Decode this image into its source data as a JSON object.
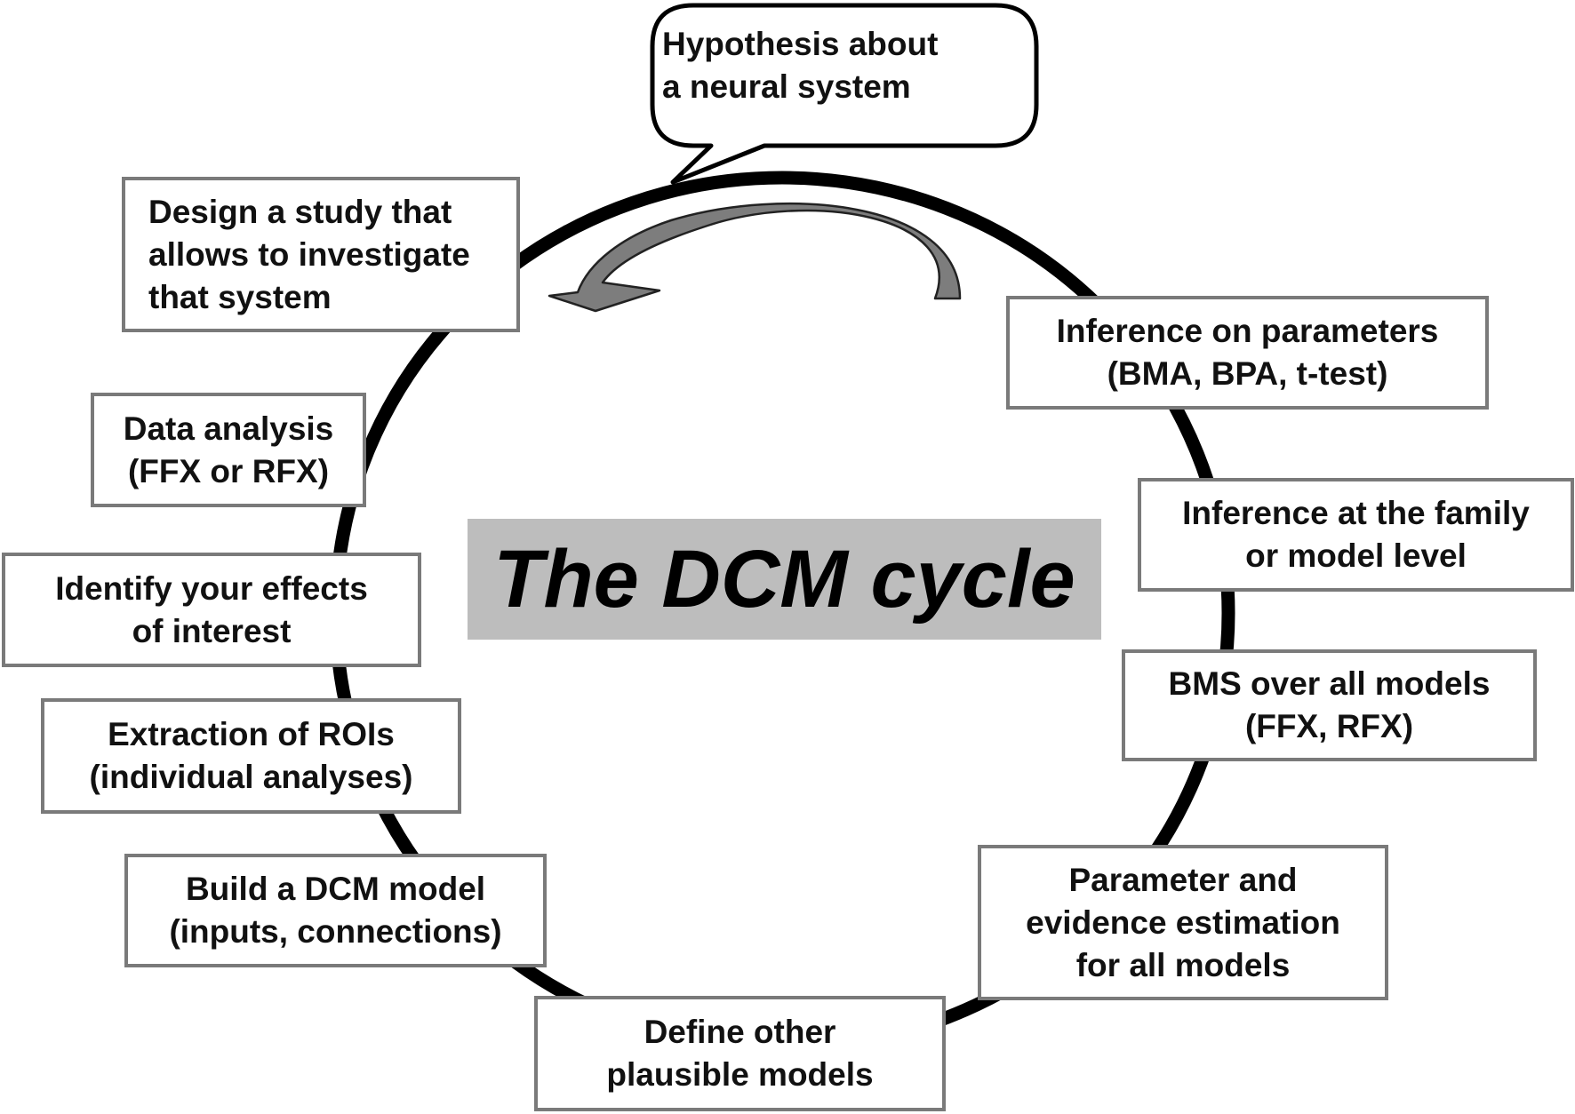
{
  "title": "The DCM cycle",
  "hypothesis": {
    "lines": [
      "Hypothesis about",
      "a neural system"
    ]
  },
  "steps": [
    {
      "id": "design",
      "lines": [
        "Design a study that",
        "allows to investigate",
        "that system"
      ]
    },
    {
      "id": "data-analysis",
      "lines": [
        "Data analysis",
        "(FFX or RFX)"
      ]
    },
    {
      "id": "effects",
      "lines": [
        "Identify your effects",
        "of interest"
      ]
    },
    {
      "id": "extraction",
      "lines": [
        "Extraction of ROIs",
        "(individual analyses)"
      ]
    },
    {
      "id": "build",
      "lines": [
        "Build a DCM model",
        "(inputs, connections)"
      ]
    },
    {
      "id": "define",
      "lines": [
        "Define other",
        "plausible models"
      ]
    },
    {
      "id": "estimation",
      "lines": [
        "Parameter and",
        "evidence estimation",
        "for all models"
      ]
    },
    {
      "id": "bms",
      "lines": [
        "BMS over all models",
        "(FFX, RFX)"
      ]
    },
    {
      "id": "family",
      "lines": [
        "Inference at the family",
        "or model level"
      ]
    },
    {
      "id": "parameters",
      "lines": [
        "Inference on parameters",
        "(BMA, BPA, t-test)"
      ]
    }
  ],
  "colors": {
    "cycle_stroke": "#000000",
    "box_border": "#7a7a7a",
    "title_fill": "#bdbdbd",
    "arrow_fill": "#7d7d7d"
  }
}
